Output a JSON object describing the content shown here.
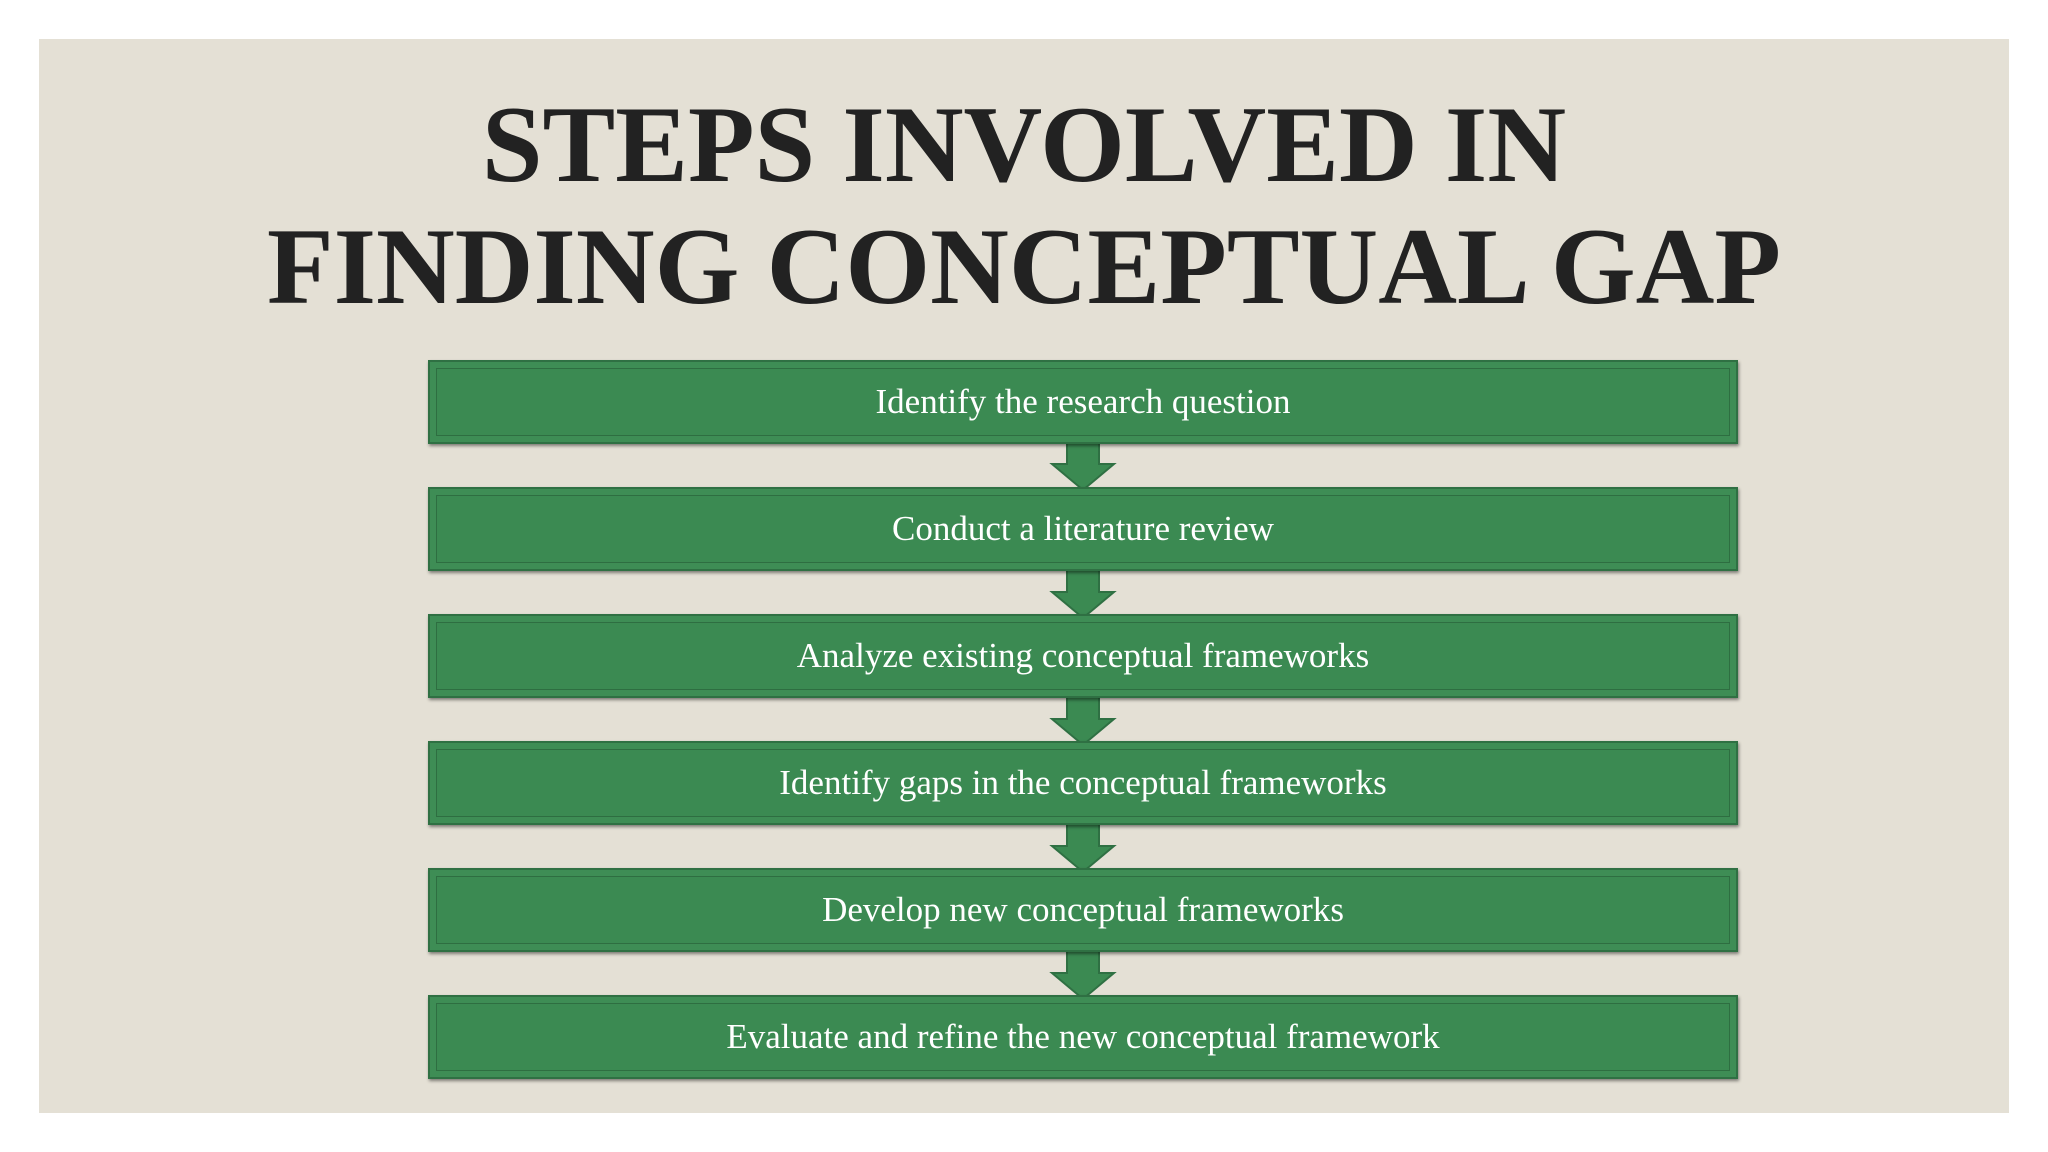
{
  "title": {
    "line1": "STEPS INVOLVED IN",
    "line2": "FINDING CONCEPTUAL GAP"
  },
  "steps": [
    {
      "label": "Identify the research question"
    },
    {
      "label": "Conduct a literature review"
    },
    {
      "label": "Analyze existing conceptual frameworks"
    },
    {
      "label": "Identify gaps in the conceptual frameworks"
    },
    {
      "label": "Develop new conceptual frameworks"
    },
    {
      "label": "Evaluate and refine the new conceptual framework"
    }
  ],
  "colors": {
    "background": "#e4e0d5",
    "step_fill": "#3b8a52",
    "step_border": "#2f7043",
    "title_text": "#222222",
    "step_text": "#ffffff"
  },
  "icons": {
    "connector": "down-arrow-icon"
  }
}
